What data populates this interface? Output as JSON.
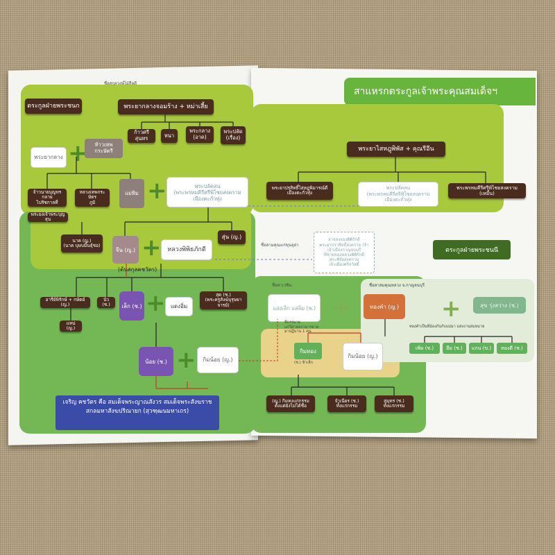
{
  "right_page": {
    "title": "สาแหรกตระกูลเจ้าพระคุณสมเด็จฯ",
    "paternal_label": "ตระกูลฝ่ายพระชนก",
    "maternal_label": "ตระกูลฝ่ายพระชนนี",
    "top_couple": "พระยาไสหฎุพิพัส + คุณรีอีน",
    "children": [
      "พระยาปรุสิทธิ์ไสหฎุพิมารณ์ดี\nเมืองตะกั่วทุ่ง",
      "พระปลัดสน\n(พระพรหมคีรีศรีพิไชยสงคราม\nเมืองตะกั่วทุ่ง",
      "พระพรหมคีรีศรีพิไชยสงคราม\n(เหมื้น)"
    ],
    "note_name_box": "อาจองจองพิพิรักดี\nพระยาปราสิทธิ์สงคราม (จ้า\nเจ้าเมืองกาญจนบุรี\nพี่ชายของหลวงพิพิรักดี\nพระพิจัยสงคราม\nเจ้าเมืองศรีสวัสดิ์",
    "note_khun_kaeo": "ชื่อสามคุณแก่ขุนอุสา",
    "note_mother_side": "ชื่อสาเวชิน",
    "note_grandfather": "ชื่อสาสมคุณหลวง จ.กาญจนบุรี",
    "maternal_parent_left": "แสงเล็ก แสล็ม (ช.)",
    "maternal_parent_mid": "ทองคำ (ญ.)",
    "maternal_parent_right": "สุข รุ่งสว่าง (ช.)",
    "siblings_note": "ทองคำเป็นพี่น้องกันกับแม่มา แต่งงานสมหมาย",
    "maternal_children": [
      "เพิ่ม (ช.)",
      "ยืม (ช.)",
      "แกน (ข.)",
      "ทองดี (ช.)"
    ],
    "small_note_left": "ที่ธรรมาย\nแก่วิสาหอกามารดาด\nมาปฏิบาน 1 คน",
    "kim_noi_label": "กิมน้อย (ญ.)",
    "kim_tong": "กิมทอง",
    "kim_tong_note": "(ช.) ข้าเล็ก",
    "grandchildren": [
      "(ญ.) กิมทงแก่กรรม\nตั้งแต่ยังไม่ได้ชื่อ",
      "จำเนียร (ช.)\nทั้งแก่กรรม",
      "สมุทร (ช.)\nทั้งแก่กรรม"
    ]
  },
  "left_page": {
    "header_note": "ชื่อสกุลวงษ์ไม้ถือดี",
    "paternal_label": "ตระกูลฝ่ายพระชนก",
    "top_couple": "พระยากลางจอมร้าง + หม่าเสี้ย",
    "children_row": [
      "ก้าวศรีสุนทร",
      "หนา",
      "พระกลาง\n(อาด)",
      "พระปลัด\n(เรื่อง)"
    ],
    "grandfather": "พระยากลาง",
    "grandmother": "ท้าวเทพกระษัตรี",
    "gen2": [
      "จ้าวนายบุญทรกลาย\nไปรัชกาลที่",
      "หลวงเทพกระษัตร\nภูมิ"
    ],
    "mae_thim": "แม่ทิม",
    "phra_palat_son": "พระปลัดสน\n(พระพรหมคีรีศรีพิไชยสงคราม\nเมืองตะกั่วทุ่ง",
    "royal_note": "พระยงเจ้าพระบุญสุน",
    "nak_note": "นาค (ญ.)\n(นาค บุษบมิ้นธุ์ชอ)",
    "sun": "สุ่น (ญ.)",
    "chin": "จีน (ญ.)",
    "luang_phiphit": "หลวงพิพิธภักดี",
    "ton_sakun": "(ต้นสกุลคชวัตร)",
    "siblings_row": [
      "อารีย์พิรักษ์ + กษัตย์ (ญ.)",
      "นัว (ช.)"
    ],
    "lek": "เล็ก (ช.)",
    "daeng_im": "แดงอิ่ม",
    "sud": "สุด (ช.)\n(พระครูสังฆ์บุรุษยาจารย์)",
    "pad": "แหน่ (ญ.)",
    "noi": "น้อย (ช.)",
    "kim_noi": "กิมน้อย (ญ.)",
    "footer_line1": "เจริญ คชวัตร คือ สมเด็จพระญาณสังวร สมเด็จพระสังฆราช",
    "footer_line2": "สกลมหาสังฆปริณายก (สุวฑฺฒนมหาเถร)"
  },
  "colors": {
    "lime": "#a8c93c",
    "green": "#74b856",
    "dark_brown": "#4a2c1f",
    "purple": "#7a54b3",
    "orange": "#d4703a",
    "blue": "#3b4ba8"
  }
}
